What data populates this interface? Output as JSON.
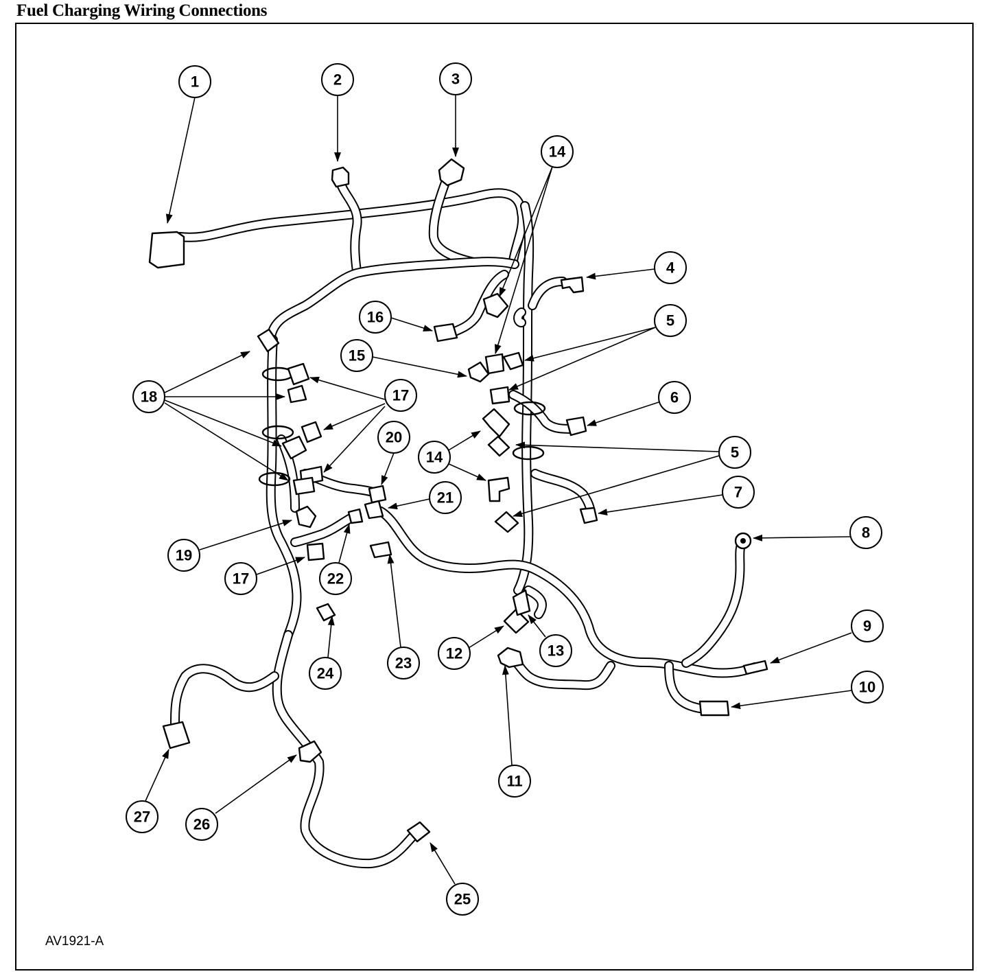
{
  "title": "Fuel Charging Wiring Connections",
  "figure_id": "AV1921-A",
  "callouts": [
    {
      "label": "1"
    },
    {
      "label": "2"
    },
    {
      "label": "3"
    },
    {
      "label": "14"
    },
    {
      "label": "4"
    },
    {
      "label": "16"
    },
    {
      "label": "5"
    },
    {
      "label": "15"
    },
    {
      "label": "18"
    },
    {
      "label": "17"
    },
    {
      "label": "6"
    },
    {
      "label": "20"
    },
    {
      "label": "14"
    },
    {
      "label": "5"
    },
    {
      "label": "21"
    },
    {
      "label": "7"
    },
    {
      "label": "8"
    },
    {
      "label": "19"
    },
    {
      "label": "17"
    },
    {
      "label": "22"
    },
    {
      "label": "9"
    },
    {
      "label": "12"
    },
    {
      "label": "13"
    },
    {
      "label": "23"
    },
    {
      "label": "24"
    },
    {
      "label": "10"
    },
    {
      "label": "11"
    },
    {
      "label": "27"
    },
    {
      "label": "26"
    },
    {
      "label": "25"
    }
  ]
}
